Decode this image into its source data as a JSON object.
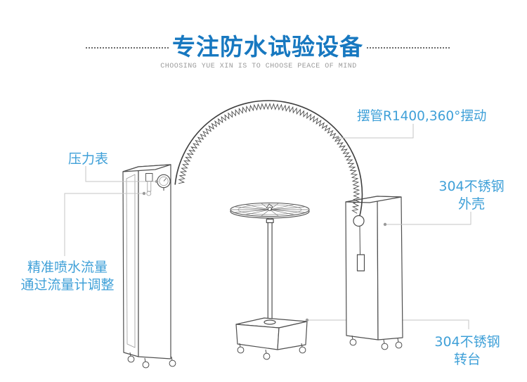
{
  "header": {
    "title": "专注防水试验设备",
    "subtitle": "CHOOSING YUE XIN IS TO CHOOSE PEACE OF MIND"
  },
  "annotations": {
    "swing_pipe": "摆管R1400,360°摆动",
    "pressure_gauge": "压力表",
    "shell_top": "304不锈钢",
    "shell_bottom": "外壳",
    "flow_top": "精准喷水流量",
    "flow_bottom": "通过流量计调整",
    "turntable_top": "304不锈钢",
    "turntable_bottom": "转台"
  },
  "colors": {
    "title_blue": "#1778c0",
    "label_blue": "#3fa0d8",
    "outline_gray": "#4f4f4f",
    "leader_gray": "#c6c6c6",
    "subtitle_gray": "#9b9b9b",
    "dotted_gray": "#6b6b6b"
  }
}
